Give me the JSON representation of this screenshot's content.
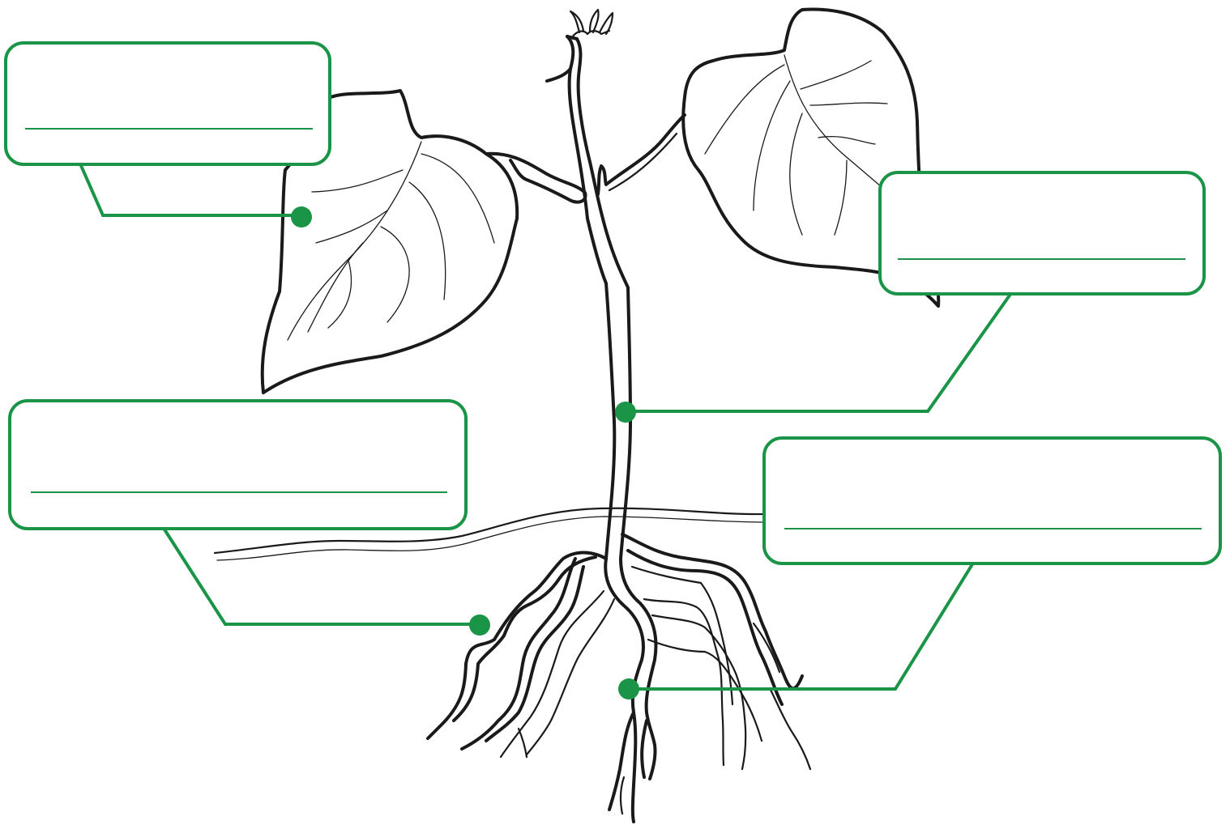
{
  "colors": {
    "accent": "#1a9446",
    "outline": "#1a1a1a",
    "background": "#ffffff"
  },
  "labels": [
    {
      "id": "leaf",
      "answer": ""
    },
    {
      "id": "stem",
      "answer": ""
    },
    {
      "id": "lateral-root",
      "answer": ""
    },
    {
      "id": "primary-root",
      "answer": ""
    }
  ]
}
